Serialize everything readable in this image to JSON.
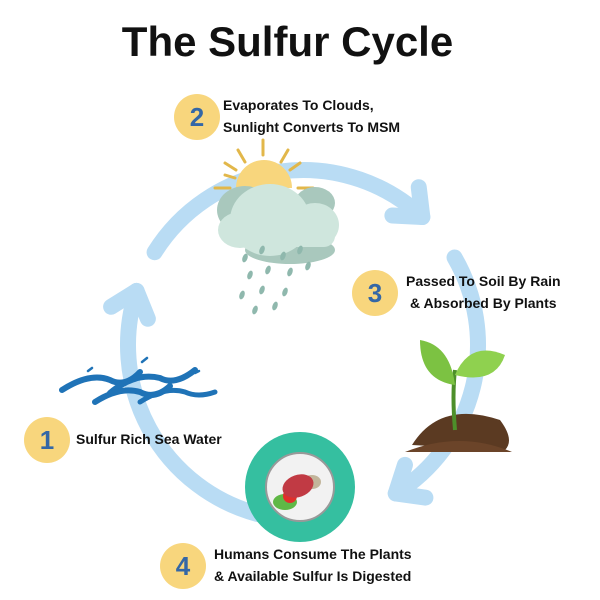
{
  "title": "The Sulfur Cycle",
  "steps": [
    {
      "number": "1",
      "text": [
        "Sulfur Rich Sea Water"
      ]
    },
    {
      "number": "2",
      "text": [
        "Evaporates To Clouds,",
        "Sunlight Converts To MSM"
      ]
    },
    {
      "number": "3",
      "text": [
        "Passed To Soil By Rain",
        "& Absorbed By Plants"
      ]
    },
    {
      "number": "4",
      "text": [
        "Humans Consume The Plants",
        "& Available Sulfur Is Digested"
      ]
    }
  ],
  "colors": {
    "arrow": "#b9dcf4",
    "badge": "#f8d67d",
    "badge_number": "#3467a6",
    "plate_ring": "#35bfa0"
  }
}
